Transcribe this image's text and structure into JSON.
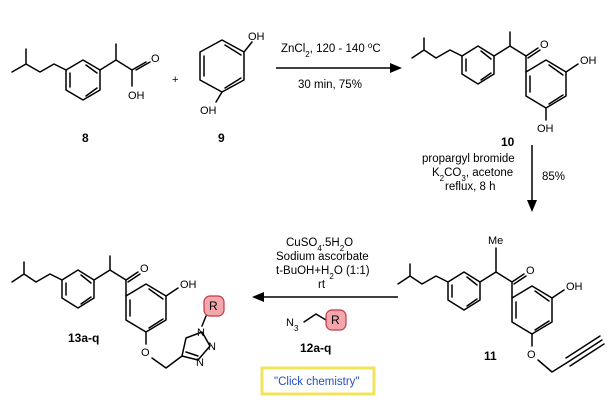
{
  "atoms": {
    "oh": "OH",
    "o": "O",
    "me": "Me",
    "n": "N",
    "n3": "N3",
    "r": "R"
  },
  "compounds": {
    "c8": "8",
    "c9": "9",
    "c10": "10",
    "c11": "11",
    "c12": "12a-q",
    "c13": "13a-q"
  },
  "step1": {
    "reagent_main": "ZnCl",
    "reagent_sub": "2",
    "temp_main": ", 120 - 140 ",
    "temp_unit_sup": "o",
    "temp_unit": "C",
    "time_yield": "30 min, 75%"
  },
  "step2": {
    "line1": "propargyl bromide",
    "line2_a": "K",
    "line2_sub1": "2",
    "line2_b": "CO",
    "line2_sub2": "3",
    "line2_c": ", acetone",
    "line3": "reflux, 8 h",
    "yield": "85%"
  },
  "step3": {
    "line1_a": "CuSO",
    "line1_sub": "4",
    "line1_b": ".5H",
    "line1_sub2": "2",
    "line1_c": "O",
    "line2": "Sodium ascorbate",
    "line3_a": "t-BuOH+H",
    "line3_sub": "2",
    "line3_b": "O (1:1)",
    "line4": "rt"
  },
  "plus": "+",
  "click_label": "\"Click chemistry\""
}
